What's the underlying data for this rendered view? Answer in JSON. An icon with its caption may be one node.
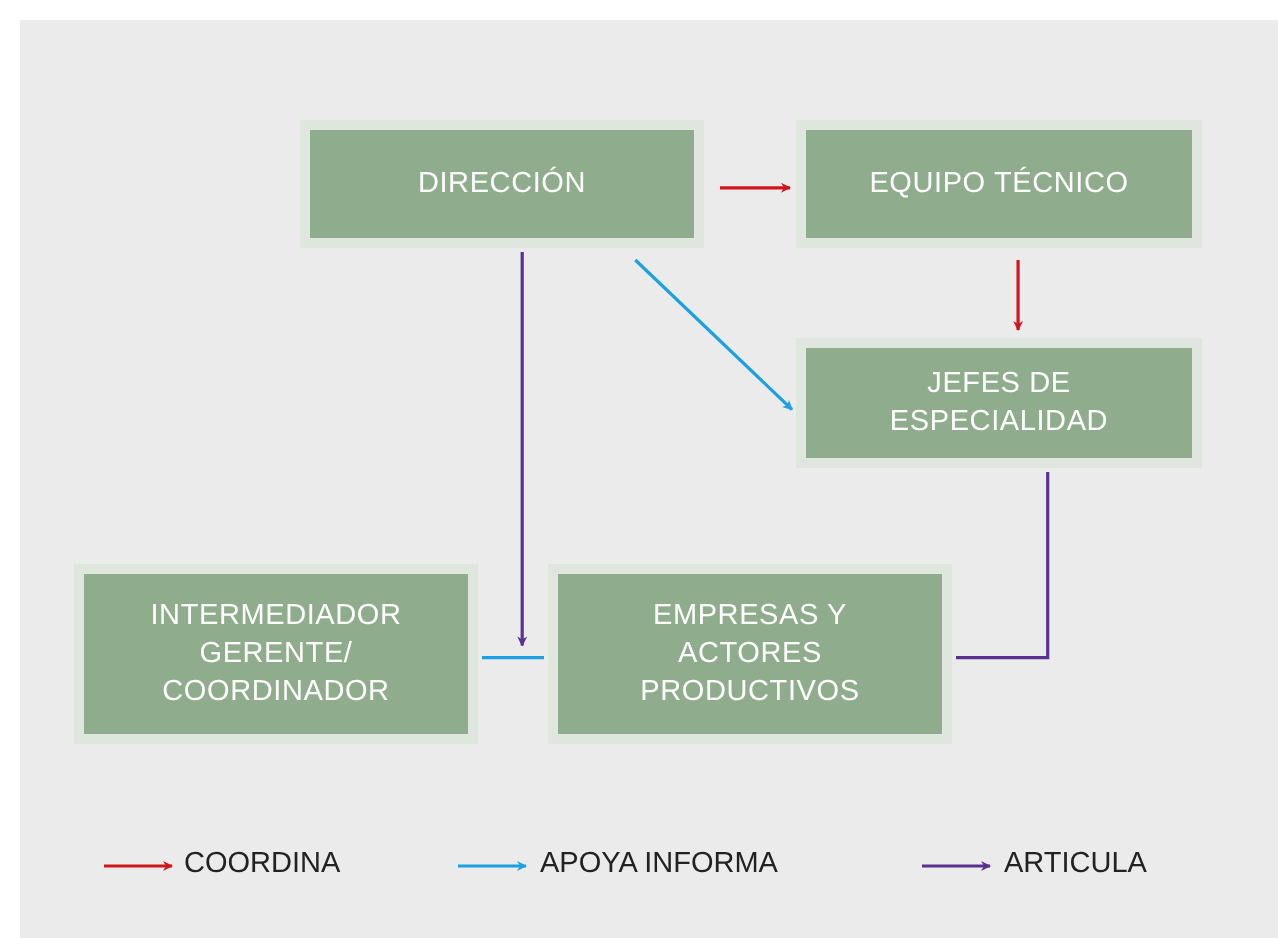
{
  "diagram": {
    "nodes": [
      {
        "text": [
          "DIRECCIÓN"
        ]
      },
      {
        "text": [
          "EQUIPO TÉCNICO"
        ]
      },
      {
        "text": [
          "JEFES DE ESPECIALIDAD"
        ]
      },
      {
        "text": [
          "INTERMEDIADOR GERENTE/ COORDINADOR"
        ]
      },
      {
        "text": [
          "EMPRESAS Y ACTORES PRODUCTIVOS"
        ]
      }
    ],
    "edges": [
      {
        "from": 0,
        "to": 1,
        "arrow": "to",
        "color": "#d0161c"
      },
      {
        "from": 1,
        "to": 2,
        "arrow": "to",
        "color": "#d0161c"
      },
      {
        "from": 0,
        "to": 2,
        "arrow": "to",
        "color": "#1ba1e2"
      },
      {
        "from": 0,
        "to": 4,
        "arrow": "to",
        "color": "#5b3190"
      },
      {
        "from": 3,
        "to": 4,
        "arrow": "none",
        "color": "#1ba1e2"
      },
      {
        "from": 2,
        "to": 4,
        "arrow": "none",
        "color": "#5b3190"
      }
    ],
    "legend": [
      {
        "text": "COORDINA"
      },
      {
        "text": "APOYA INFORMA"
      },
      {
        "text": "ARTICULA"
      }
    ]
  }
}
